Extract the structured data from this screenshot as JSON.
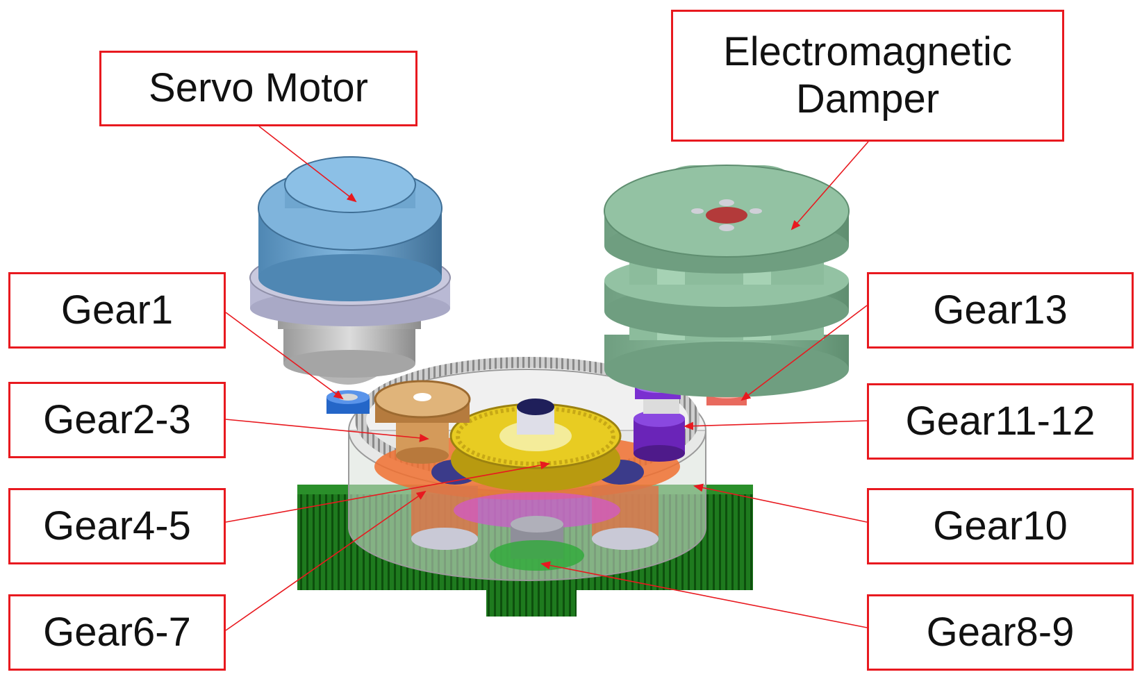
{
  "labels": {
    "servo_motor": "Servo Motor",
    "damper_line1": "Electromagnetic",
    "damper_line2": "Damper",
    "gear1": "Gear1",
    "gear2_3": "Gear2-3",
    "gear4_5": "Gear4-5",
    "gear6_7": "Gear6-7",
    "gear13": "Gear13",
    "gear11_12": "Gear11-12",
    "gear10": "Gear10",
    "gear8_9": "Gear8-9"
  },
  "colors": {
    "label_border": "#e8191f",
    "leader_line": "#e8191f",
    "servo_motor": "#6fa6cf",
    "damper": "#7fb08f",
    "gear_base": "#1f7a1f",
    "ring_gear": "#bfbfbf",
    "sun_gear": "#e0c21a",
    "planet_gear": "#e56a2a",
    "gear1": "#2f6fd6",
    "gear2_3": "#d9a86a",
    "gear11_12": "#7a2fd0",
    "gear13": "#f07a6a"
  }
}
